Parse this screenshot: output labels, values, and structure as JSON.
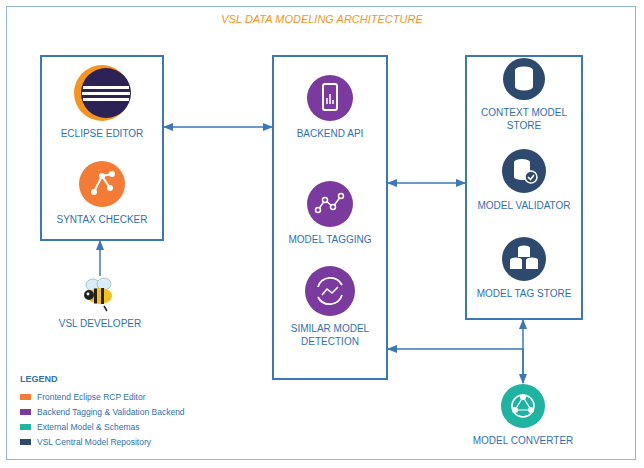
{
  "diagram": {
    "title": "VSL DATA MODELING ARCHITECTURE",
    "nodes": [
      {
        "text": []
      },
      {
        "text": [
          "ECLIPSE EDITOR"
        ],
        "in": 0
      },
      {
        "text": [
          "SYNTAX CHECKER"
        ],
        "in": 0
      },
      {
        "text": [
          "VSL DEVELOPER"
        ]
      },
      {
        "text": []
      },
      {
        "text": [
          "BACKEND API"
        ],
        "in": 4
      },
      {
        "text": [
          "MODEL TAGGING"
        ],
        "in": 4
      },
      {
        "text": [
          "SIMILAR MODEL DETECTION"
        ],
        "in": 4
      },
      {
        "text": []
      },
      {
        "text": [
          "CONTEXT MODEL STORE"
        ],
        "in": 8
      },
      {
        "text": [
          "MODEL VALIDATOR"
        ],
        "in": 8
      },
      {
        "text": [
          "MODEL TAG STORE"
        ],
        "in": 8
      },
      {
        "text": [
          "MODEL CONVERTER"
        ]
      }
    ],
    "edges": [
      {
        "from": 0,
        "to": 4,
        "arrow": "both"
      },
      {
        "from": 4,
        "to": 8,
        "arrow": "both"
      },
      {
        "from": 3,
        "to": 0,
        "arrow": "to"
      },
      {
        "from": 8,
        "to": 12,
        "arrow": "both"
      },
      {
        "from": 12,
        "to": 4,
        "arrow": "to"
      }
    ],
    "labels": [
      "LEGEND"
    ],
    "legend": [
      {
        "text": "Frontend Eclipse RCP Editor",
        "color": "#f47b36"
      },
      {
        "text": "Backend Tagging & Validation Backend",
        "color": "#7a3a9e"
      },
      {
        "text": "External Model & Schemas",
        "color": "#1fb3a2"
      },
      {
        "text": "VSL Central Model Repository",
        "color": "#2d4a6e"
      }
    ]
  }
}
